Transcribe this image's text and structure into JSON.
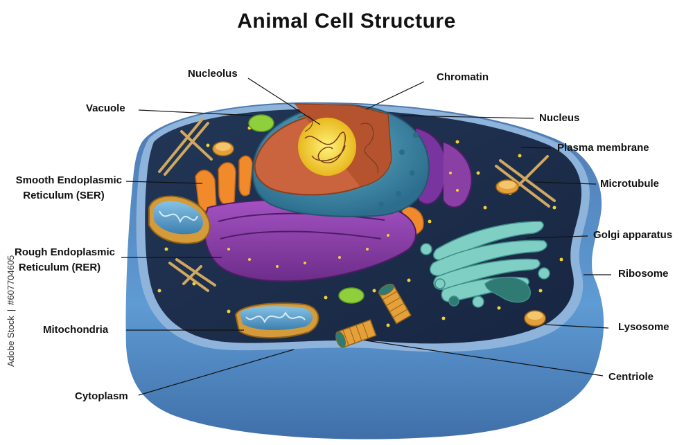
{
  "title": "Animal Cell Structure",
  "labels": {
    "nucleolus": "Nucleolus",
    "chromatin": "Chromatin",
    "vacuole": "Vacuole",
    "nucleus": "Nucleus",
    "plasma_membrane": "Plasma membrane",
    "ser_line1": "Smooth Endoplasmic",
    "ser_line2": "Reticulum (SER)",
    "microtubule": "Microtubule",
    "golgi": "Golgi apparatus",
    "rer_line1": "Rough Endoplasmic",
    "rer_line2": "Reticulum (RER)",
    "ribosome": "Ribosome",
    "mitochondria": "Mitochondria",
    "lysosome": "Lysosome",
    "centriole": "Centriole",
    "cytoplasm": "Cytoplasm"
  },
  "watermark": {
    "brand": "Adobe Stock",
    "separator": "|",
    "id": "#607704605"
  },
  "colors": {
    "membrane_outer": "#5b8fc9",
    "cytoplasm": "#1c2e4a",
    "nucleus_envelope": "#3e87a8",
    "nucleus_inner": "#c9643e",
    "nucleolus": "#f2d43b",
    "rer": "#8a3fa5",
    "ser": "#f08a2a",
    "golgi": "#7fcfc4",
    "mitochondria": "#d59b3a",
    "vacuole": "#8fcf3c",
    "ribosome": "#f0d23a"
  }
}
